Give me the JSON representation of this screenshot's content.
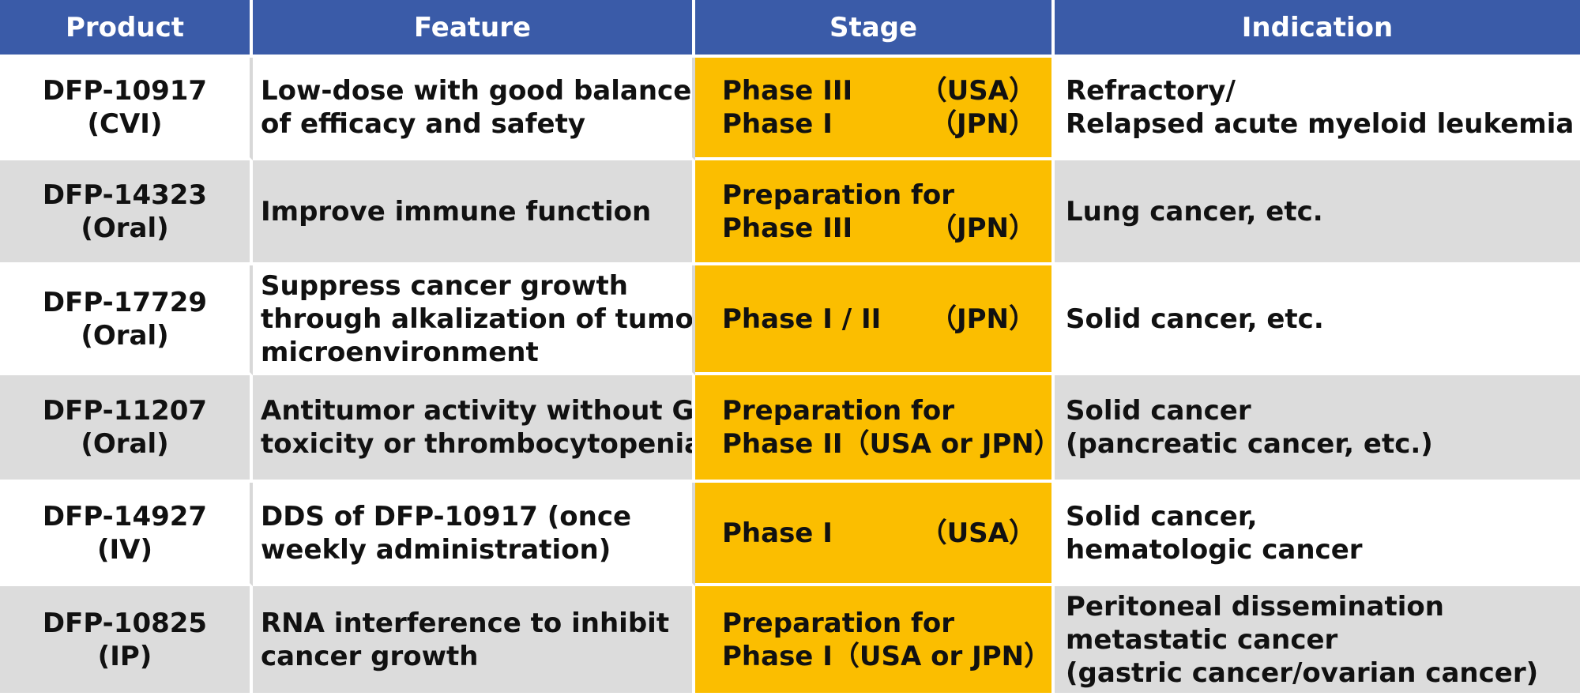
{
  "table": {
    "headers": [
      "Product",
      "Feature",
      "Stage",
      "Indication"
    ],
    "rows": [
      {
        "product": [
          "DFP-10917",
          "(CVI)"
        ],
        "feature": [
          "Low-dose with good balance",
          "of efficacy and safety"
        ],
        "stage": [
          [
            "Phase III",
            "（USA）"
          ],
          [
            "Phase I",
            "（JPN）"
          ]
        ],
        "indication": [
          "Refractory/",
          "Relapsed acute myeloid leukemia"
        ]
      },
      {
        "product": [
          "DFP-14323",
          "(Oral)"
        ],
        "feature": [
          "Improve immune function"
        ],
        "stage": [
          [
            "Preparation for",
            ""
          ],
          [
            "Phase III",
            "（JPN）"
          ]
        ],
        "indication": [
          "Lung cancer, etc."
        ]
      },
      {
        "product": [
          "DFP-17729",
          "(Oral)"
        ],
        "feature": [
          "Suppress cancer growth",
          "through alkalization of tumor",
          "microenvironment"
        ],
        "stage": [
          [
            "Phase I / II",
            "（JPN）"
          ]
        ],
        "indication": [
          "Solid cancer, etc."
        ]
      },
      {
        "product": [
          "DFP-11207",
          "(Oral)"
        ],
        "feature": [
          "Antitumor activity without GI",
          "toxicity or thrombocytopenia"
        ],
        "stage": [
          [
            "Preparation for",
            ""
          ],
          [
            "Phase II",
            "（USA or JPN）"
          ]
        ],
        "indication": [
          "Solid cancer",
          "(pancreatic cancer, etc.)"
        ]
      },
      {
        "product": [
          "DFP-14927",
          "(IV)"
        ],
        "feature": [
          "DDS of DFP-10917 (once",
          "weekly administration)"
        ],
        "stage": [
          [
            "Phase I",
            "（USA）"
          ]
        ],
        "indication": [
          "Solid cancer,",
          "hematologic cancer"
        ]
      },
      {
        "product": [
          "DFP-10825",
          "(IP)"
        ],
        "feature": [
          "RNA interference to inhibit",
          "cancer growth"
        ],
        "stage": [
          [
            "Preparation for",
            ""
          ],
          [
            "Phase I",
            "（USA or JPN）"
          ]
        ],
        "indication": [
          "Peritoneal dissemination",
          "metastatic cancer",
          "(gastric cancer/ovarian cancer)"
        ]
      }
    ]
  },
  "colors": {
    "header_bg": "#3a5ba8",
    "stage_bg": "#fbbe00",
    "row_alt_bg": "#dcdcdc"
  }
}
